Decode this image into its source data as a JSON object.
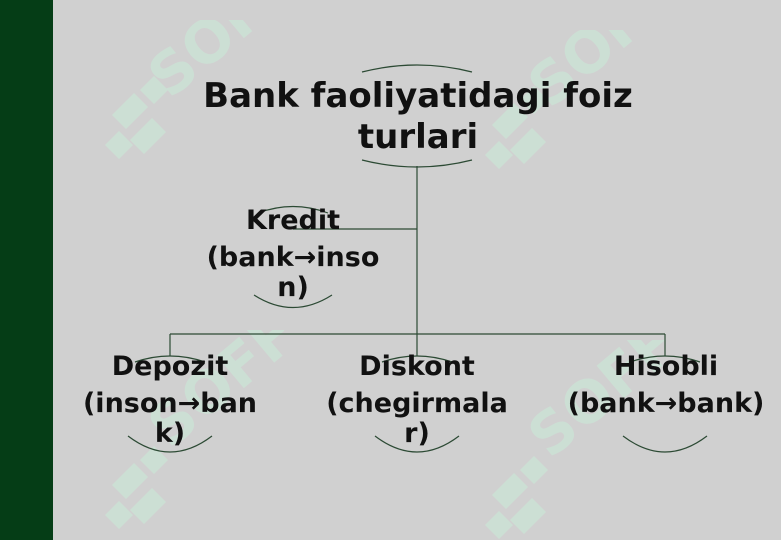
{
  "title": "Bank faoliyatidagi foiz turlari",
  "nodes": {
    "kredit": {
      "name": "Kredit",
      "detail": "(bank→inson)"
    },
    "depozit": {
      "name": "Depozit",
      "detail": "(inson→bank)"
    },
    "diskont": {
      "name": "Diskont",
      "detail": "(chegirmalar)"
    },
    "hisobli": {
      "name": "Hisobli",
      "detail": "(bank→bank)"
    }
  },
  "watermark": {
    "text": "SOFF",
    "color": "#c8ecd9"
  },
  "colors": {
    "sidebar": "#053d16",
    "background": "#d0d0d0",
    "line": "#1e4a2a"
  }
}
